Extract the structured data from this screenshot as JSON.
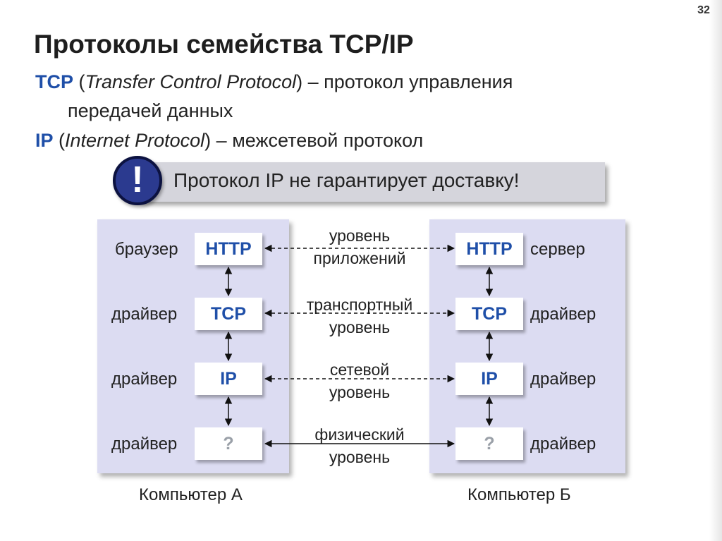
{
  "slide_number": "32",
  "title": "Протоколы семейства TCP/IP",
  "definitions": {
    "tcp": {
      "term": "TCP",
      "expansion": "Transfer Control Protocol",
      "dash": " – ",
      "desc_line1": "протокол управления",
      "desc_line2": "передачей данных"
    },
    "ip": {
      "term": "IP",
      "expansion": "Internet Protocol",
      "dash": " – ",
      "desc": "межсетевой протокол"
    }
  },
  "warning": {
    "icon": "!",
    "text": "Протокол IP не гарантирует доставку!"
  },
  "computer_a": {
    "caption": "Компьютер А",
    "layers": [
      {
        "box": "HTTP",
        "label": "браузер"
      },
      {
        "box": "TCP",
        "label": "драйвер"
      },
      {
        "box": "IP",
        "label": "драйвер"
      },
      {
        "box": "?",
        "label": "драйвер"
      }
    ]
  },
  "computer_b": {
    "caption": "Компьютер Б",
    "layers": [
      {
        "box": "HTTP",
        "label": "сервер"
      },
      {
        "box": "TCP",
        "label": "драйвер"
      },
      {
        "box": "IP",
        "label": "драйвер"
      },
      {
        "box": "?",
        "label": "драйвер"
      }
    ]
  },
  "levels": [
    {
      "line1": "уровень",
      "line2": "приложений"
    },
    {
      "line1": "транспортный",
      "line2": "уровень"
    },
    {
      "line1": "сетевой",
      "line2": "уровень"
    },
    {
      "line1": "физический",
      "line2": "уровень"
    }
  ]
}
